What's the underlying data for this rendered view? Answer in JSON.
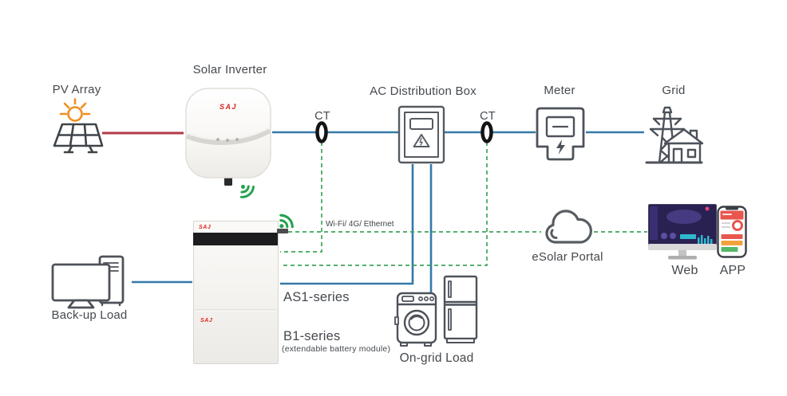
{
  "colors": {
    "wire_blue": "#3579a8",
    "wire_red": "#b23a48",
    "wire_green_dashed": "#3fa45c",
    "wifi_green": "#23a14b",
    "icon_gray": "#4d525a",
    "text_gray": "#45494e",
    "brand_red": "#d9251c",
    "battery_band_black": "#1d1d1f",
    "web_screen_purple": "#2a2153"
  },
  "nodes": {
    "pv_array": {
      "label": "PV Array"
    },
    "solar_inverter": {
      "label": "Solar Inverter",
      "brand": "SAJ"
    },
    "ct_left": {
      "label": "CT"
    },
    "ct_right": {
      "label": "CT"
    },
    "ac_distribution_box": {
      "label": "AC Distribution Box"
    },
    "meter": {
      "label": "Meter"
    },
    "grid": {
      "label": "Grid"
    },
    "comm_link": {
      "label": "Wi-Fi/ 4G/ Ethernet"
    },
    "battery": {
      "brand_top": "SAJ",
      "brand_bottom": "SAJ",
      "as1_label": "AS1-series",
      "b1_label": "B1-series",
      "b1_note": "(extendable battery module)"
    },
    "backup_load": {
      "label": "Back-up Load"
    },
    "ongrid_load": {
      "label": "On-grid Load"
    },
    "esolar_portal": {
      "label": "eSolar Portal"
    },
    "web": {
      "label": "Web"
    },
    "app": {
      "label": "APP"
    }
  }
}
